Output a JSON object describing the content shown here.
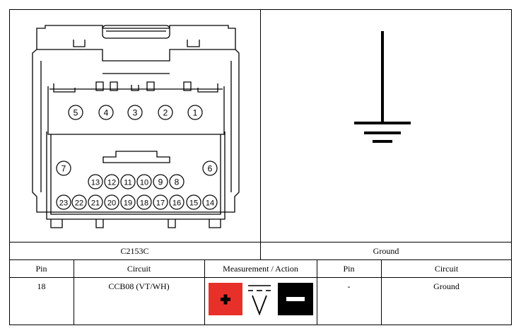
{
  "connector": {
    "name": "C2153C",
    "pins": [
      "5",
      "4",
      "3",
      "2",
      "1",
      "7",
      "6",
      "13",
      "12",
      "11",
      "10",
      "9",
      "8",
      "23",
      "22",
      "21",
      "20",
      "19",
      "18",
      "17",
      "16",
      "15",
      "14"
    ]
  },
  "ground_label": "Ground",
  "table": {
    "headers": [
      "Pin",
      "Circuit",
      "Measurement / Action",
      "Pin",
      "Circuit"
    ],
    "row": {
      "pin_a": "18",
      "circuit_a": "CCB08 (VT/WH)",
      "pin_b": "-",
      "circuit_b": "Ground"
    }
  },
  "meter_icons": [
    "plus-probe-icon",
    "dc-voltage-icon",
    "minus-probe-icon"
  ],
  "colors": {
    "plus_probe": "#e8302a",
    "minus_probe": "#000000"
  }
}
